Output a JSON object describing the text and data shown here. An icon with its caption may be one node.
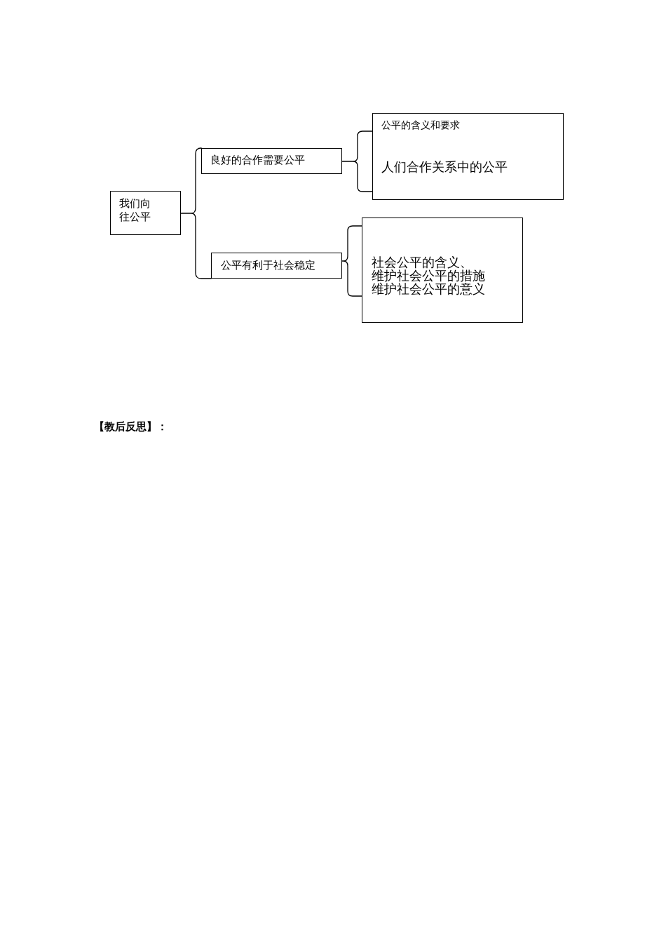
{
  "diagram": {
    "nodes": [
      {
        "text": [
          "我们向往公平"
        ]
      },
      {
        "text": [
          "良好的合作需要公平"
        ]
      },
      {
        "text": [
          "公平的含义和要求",
          "人们合作关系中的公平"
        ]
      },
      {
        "text": [
          "公平有利于社会稳定"
        ]
      },
      {
        "text": [
          "社会公平的含义、",
          "维护社会公平的措施",
          "维护社会公平的意义"
        ]
      }
    ],
    "edges": [
      {
        "from": 0,
        "to": 1,
        "arrow": "none"
      },
      {
        "from": 0,
        "to": 3,
        "arrow": "none"
      },
      {
        "from": 1,
        "to": 2,
        "arrow": "none"
      },
      {
        "from": 3,
        "to": 4,
        "arrow": "none"
      }
    ],
    "labels": [
      "【教后反思】："
    ]
  }
}
